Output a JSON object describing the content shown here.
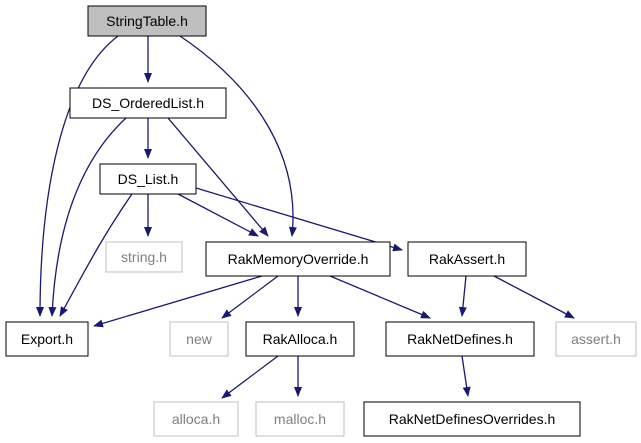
{
  "nodes": [
    {
      "id": "stringtable",
      "label": "StringTable.h",
      "style": "root"
    },
    {
      "id": "ds_orderedlist",
      "label": "DS_OrderedList.h",
      "style": "normal"
    },
    {
      "id": "ds_list",
      "label": "DS_List.h",
      "style": "normal"
    },
    {
      "id": "string_h",
      "label": "string.h",
      "style": "external"
    },
    {
      "id": "rakmemoryoverride",
      "label": "RakMemoryOverride.h",
      "style": "normal"
    },
    {
      "id": "rakassert",
      "label": "RakAssert.h",
      "style": "normal"
    },
    {
      "id": "export",
      "label": "Export.h",
      "style": "normal"
    },
    {
      "id": "new",
      "label": "new",
      "style": "external"
    },
    {
      "id": "rakalloca",
      "label": "RakAlloca.h",
      "style": "normal"
    },
    {
      "id": "raknetdefines",
      "label": "RakNetDefines.h",
      "style": "normal"
    },
    {
      "id": "assert_h",
      "label": "assert.h",
      "style": "external"
    },
    {
      "id": "alloca_h",
      "label": "alloca.h",
      "style": "external"
    },
    {
      "id": "malloc_h",
      "label": "malloc.h",
      "style": "external"
    },
    {
      "id": "raknetdefinesoverrides",
      "label": "RakNetDefinesOverrides.h",
      "style": "normal"
    }
  ],
  "edges": [
    [
      "stringtable",
      "ds_orderedlist"
    ],
    [
      "stringtable",
      "export"
    ],
    [
      "stringtable",
      "rakmemoryoverride"
    ],
    [
      "ds_orderedlist",
      "ds_list"
    ],
    [
      "ds_orderedlist",
      "export"
    ],
    [
      "ds_orderedlist",
      "rakmemoryoverride"
    ],
    [
      "ds_list",
      "string_h"
    ],
    [
      "ds_list",
      "export"
    ],
    [
      "ds_list",
      "rakmemoryoverride"
    ],
    [
      "ds_list",
      "rakassert"
    ],
    [
      "rakmemoryoverride",
      "export"
    ],
    [
      "rakmemoryoverride",
      "new"
    ],
    [
      "rakmemoryoverride",
      "rakalloca"
    ],
    [
      "rakmemoryoverride",
      "raknetdefines"
    ],
    [
      "rakassert",
      "raknetdefines"
    ],
    [
      "rakassert",
      "assert_h"
    ],
    [
      "rakalloca",
      "alloca_h"
    ],
    [
      "rakalloca",
      "malloc_h"
    ],
    [
      "raknetdefines",
      "raknetdefinesoverrides"
    ]
  ],
  "colors": {
    "edge": "#191970",
    "root_fill": "#bfbfbf",
    "node_border": "#000000",
    "external_border": "#bfbfbf",
    "external_text": "#7f7f7f",
    "text": "#000000"
  }
}
